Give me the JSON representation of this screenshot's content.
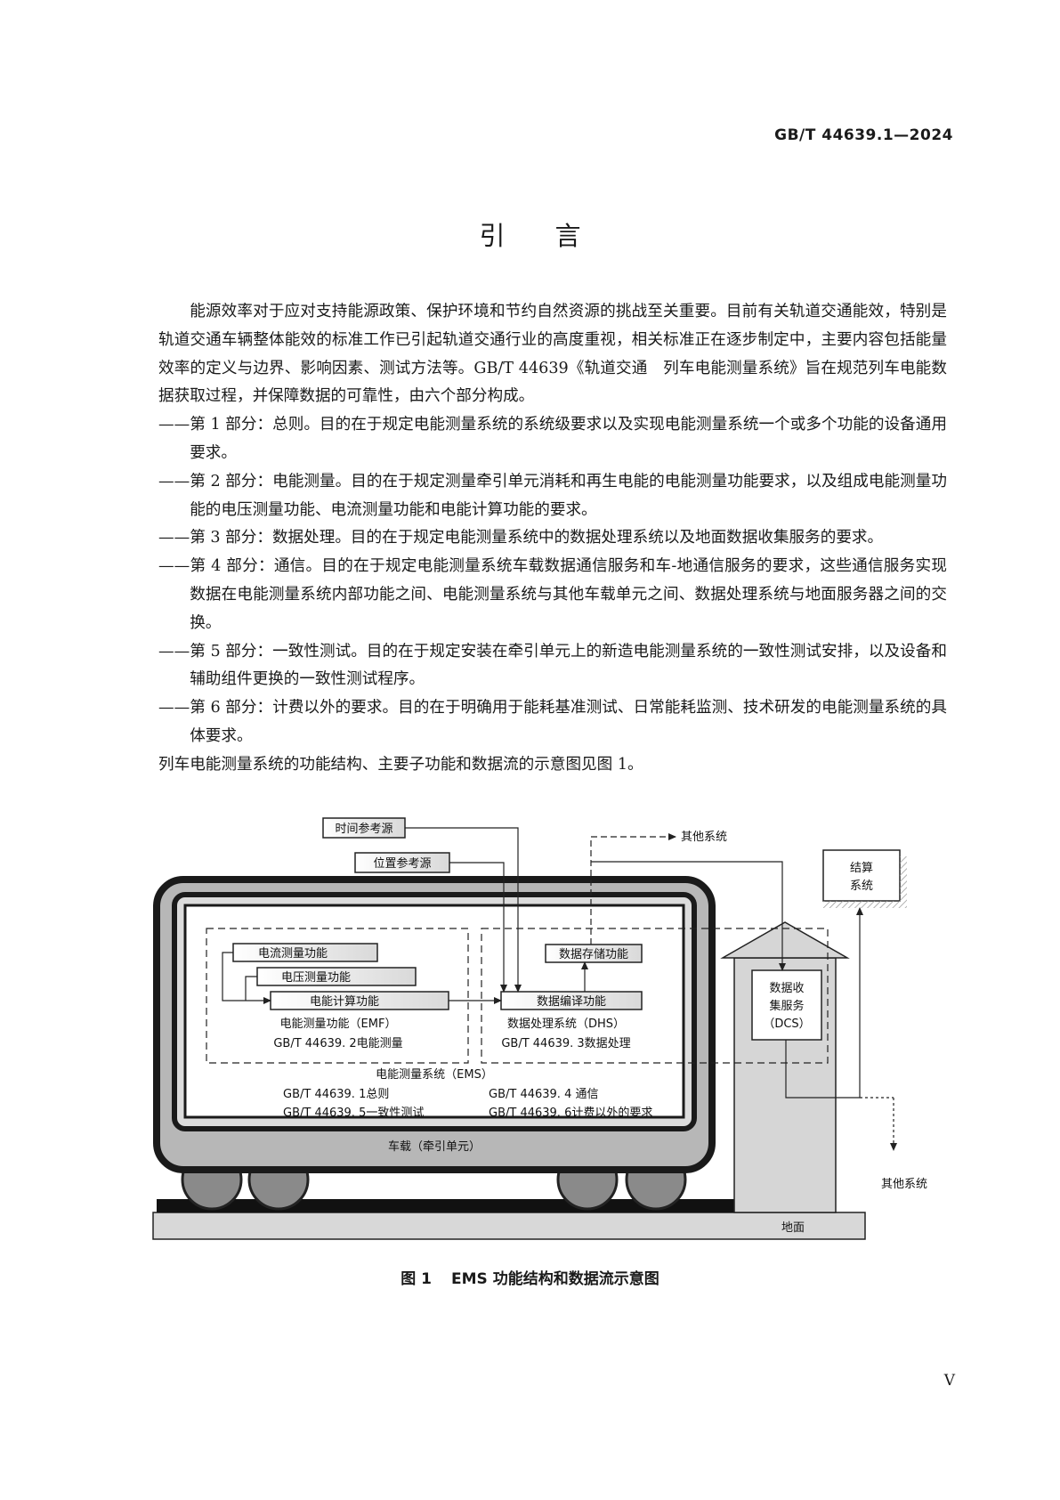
{
  "header": {
    "standard_id": "GB/T 44639.1—2024"
  },
  "title": "引言",
  "intro_paragraph": "能源效率对于应对支持能源政策、保护环境和节约自然资源的挑战至关重要。目前有关轨道交通能效，特别是轨道交通车辆整体能效的标准工作已引起轨道交通行业的高度重视，相关标准正在逐步制定中，主要内容包括能量效率的定义与边界、影响因素、测试方法等。GB/T 44639《轨道交通　列车电能测量系统》旨在规范列车电能数据获取过程，并保障数据的可靠性，由六个部分构成。",
  "parts_dash": "——",
  "parts": [
    "第 1 部分：总则。目的在于规定电能测量系统的系统级要求以及实现电能测量系统一个或多个功能的设备通用要求。",
    "第 2 部分：电能测量。目的在于规定测量牵引单元消耗和再生电能的电能测量功能要求，以及组成电能测量功能的电压测量功能、电流测量功能和电能计算功能的要求。",
    "第 3 部分：数据处理。目的在于规定电能测量系统中的数据处理系统以及地面数据收集服务的要求。",
    "第 4 部分：通信。目的在于规定电能测量系统车载数据通信服务和车-地通信服务的要求，这些通信服务实现数据在电能测量系统内部功能之间、电能测量系统与其他车载单元之间、数据处理系统与地面服务器之间的交换。",
    "第 5 部分：一致性测试。目的在于规定安装在牵引单元上的新造电能测量系统的一致性测试安排，以及设备和辅助组件更换的一致性测试程序。",
    "第 6 部分：计费以外的要求。目的在于明确用于能耗基准测试、日常能耗监测、技术研发的电能测量系统的具体要求。"
  ],
  "figure_lead": "列车电能测量系统的功能结构、主要子功能和数据流的示意图见图 1。",
  "figure": {
    "time_ref": "时间参考源",
    "pos_ref": "位置参考源",
    "other_system_top": "其他系统",
    "billing_line1": "结算",
    "billing_line2": "系统",
    "current_meas": "电流测量功能",
    "voltage_meas": "电压测量功能",
    "energy_calc": "电能计算功能",
    "emf_label": "电能测量功能（EMF）",
    "emf_std": "GB/T  44639. 2电能测量",
    "data_storage": "数据存储功能",
    "data_compile": "数据编译功能",
    "dhs_label": "数据处理系统（DHS）",
    "dhs_std": "GB/T  44639. 3数据处理",
    "dcs_line1": "数据收",
    "dcs_line2": "集服务",
    "dcs_line3": "（DCS）",
    "ems_label": "电能测量系统（EMS）",
    "ems_std1": "GB/T  44639. 1总则",
    "ems_std4": "GB/T  44639. 4 通信",
    "ems_std5": "GB/T  44639. 5一致性测试",
    "ems_std6": "GB/T  44639. 6计费以外的要求",
    "onboard": "车载（牵引单元）",
    "other_system_right": "其他系统",
    "ground": "地面"
  },
  "caption": {
    "number": "图 1",
    "text": "EMS 功能结构和数据流示意图"
  },
  "page_number": "V"
}
